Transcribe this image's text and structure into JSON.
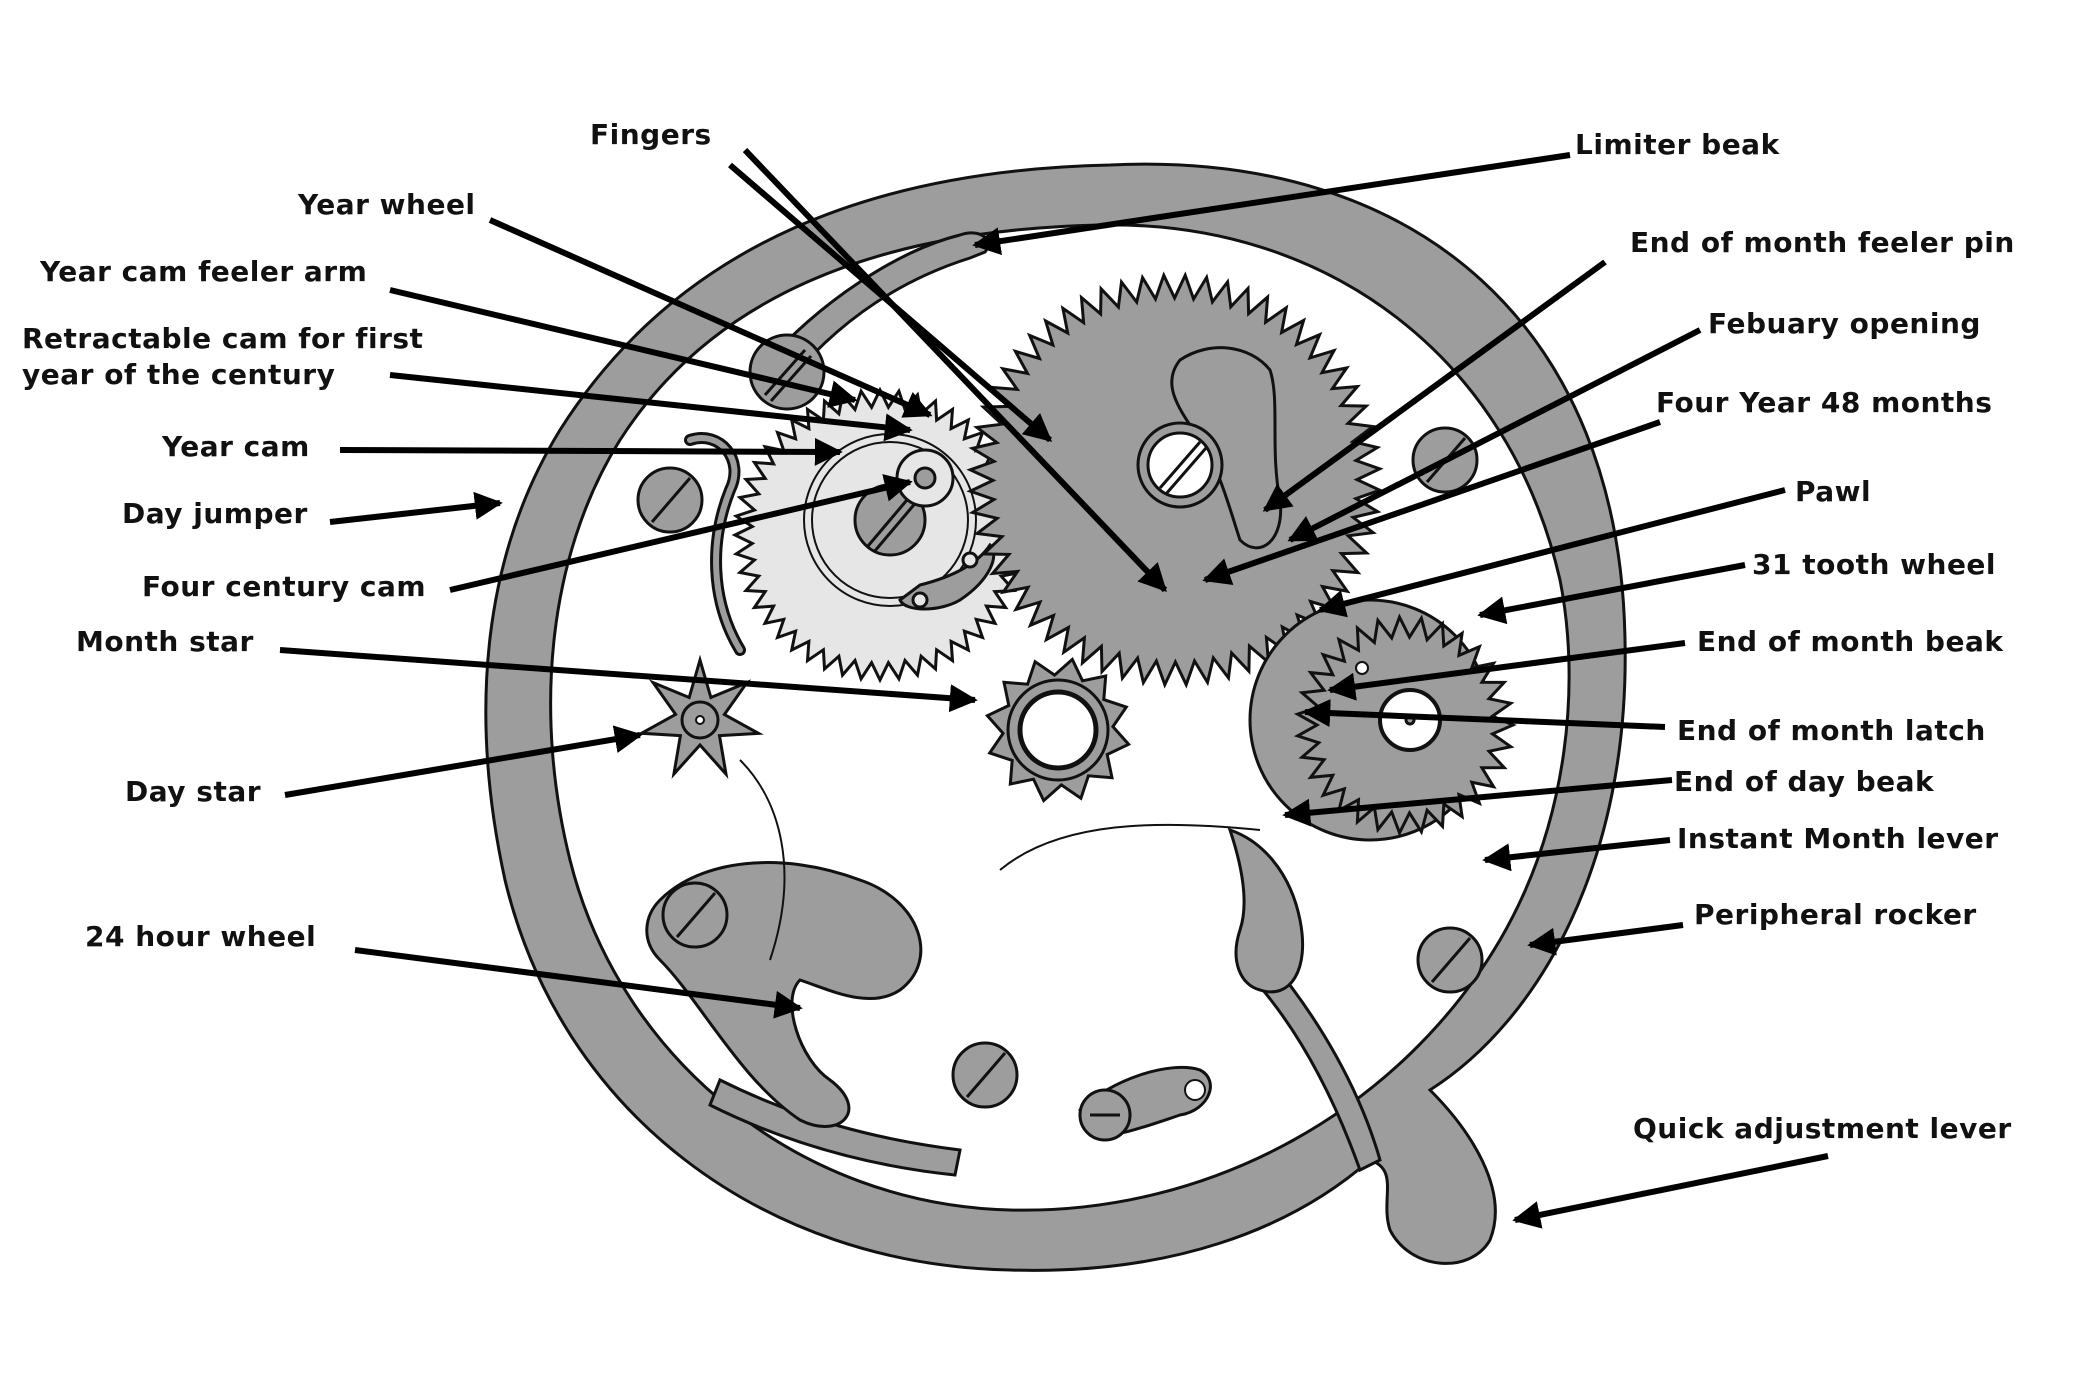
{
  "diagram": {
    "subject": "Perpetual calendar mechanism",
    "colors": {
      "part_fill": "#9d9d9d",
      "light_part_fill": "#e6e6e6",
      "outline": "#111111",
      "background": "#ffffff"
    },
    "labels_left": [
      {
        "id": "fingers",
        "text": "Fingers"
      },
      {
        "id": "year-wheel",
        "text": "Year wheel"
      },
      {
        "id": "year-cam-feeler-arm",
        "text": "Year cam feeler arm"
      },
      {
        "id": "retractable-cam",
        "text": "Retractable cam for first",
        "text2": "year of the century"
      },
      {
        "id": "year-cam",
        "text": "Year cam"
      },
      {
        "id": "day-jumper",
        "text": "Day jumper"
      },
      {
        "id": "four-century-cam",
        "text": "Four century cam"
      },
      {
        "id": "month-star",
        "text": "Month star"
      },
      {
        "id": "day-star",
        "text": "Day star"
      },
      {
        "id": "24-hour-wheel",
        "text": "24 hour wheel"
      }
    ],
    "labels_right": [
      {
        "id": "limiter-beak",
        "text": "Limiter beak"
      },
      {
        "id": "end-of-month-feeler-pin",
        "text": "End of month feeler pin"
      },
      {
        "id": "febuary-opening",
        "text": "Febuary opening"
      },
      {
        "id": "four-year-48-months",
        "text": "Four Year 48 months"
      },
      {
        "id": "pawl",
        "text": "Pawl"
      },
      {
        "id": "31-tooth-wheel",
        "text": "31 tooth wheel"
      },
      {
        "id": "end-of-month-beak",
        "text": "End of month beak"
      },
      {
        "id": "end-of-month-latch",
        "text": "End of month latch"
      },
      {
        "id": "end-of-day-beak",
        "text": "End of day beak"
      },
      {
        "id": "instant-month-lever",
        "text": "Instant Month lever"
      },
      {
        "id": "peripheral-rocker",
        "text": "Peripheral rocker"
      },
      {
        "id": "quick-adjustment-lever",
        "text": "Quick adjustment lever"
      }
    ]
  }
}
